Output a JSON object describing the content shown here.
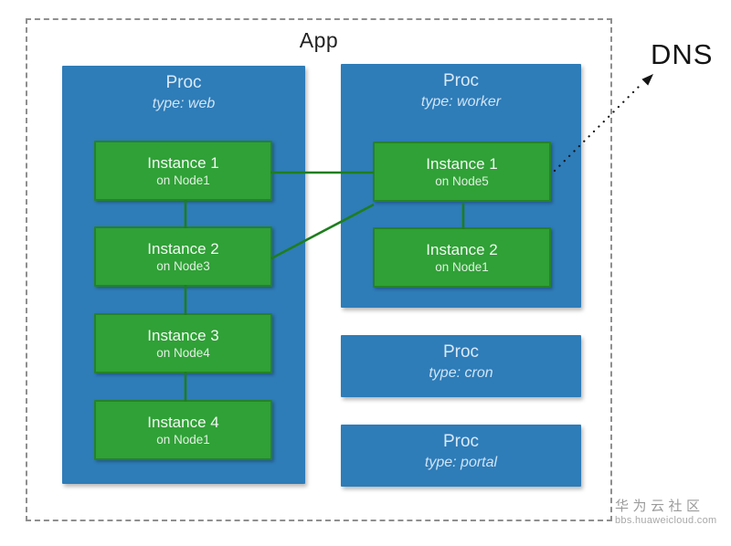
{
  "app": {
    "title": "App"
  },
  "dns": {
    "label": "DNS"
  },
  "colors": {
    "proc-blue": "#2e7cb8",
    "instance-green": "#2fa136",
    "instance-border-green": "#25822b",
    "connector-green": "#1e7e1e",
    "border-gray": "#8f8f8f",
    "text-light": "#d9e9f6",
    "arrow-black": "#141414"
  },
  "procs": [
    {
      "title": "Proc",
      "type_label": "type: web",
      "instances": [
        {
          "name": "Instance 1",
          "node": "on Node1"
        },
        {
          "name": "Instance 2",
          "node": "on Node3"
        },
        {
          "name": "Instance 3",
          "node": "on Node4"
        },
        {
          "name": "Instance 4",
          "node": "on Node1"
        }
      ]
    },
    {
      "title": "Proc",
      "type_label": "type: worker",
      "instances": [
        {
          "name": "Instance 1",
          "node": "on Node5"
        },
        {
          "name": "Instance 2",
          "node": "on Node1"
        }
      ]
    },
    {
      "title": "Proc",
      "type_label": "type: cron",
      "instances": []
    },
    {
      "title": "Proc",
      "type_label": "type: portal",
      "instances": []
    }
  ],
  "watermark": {
    "line1": "华为云社区",
    "line2": "bbs.huaweicloud.com"
  }
}
